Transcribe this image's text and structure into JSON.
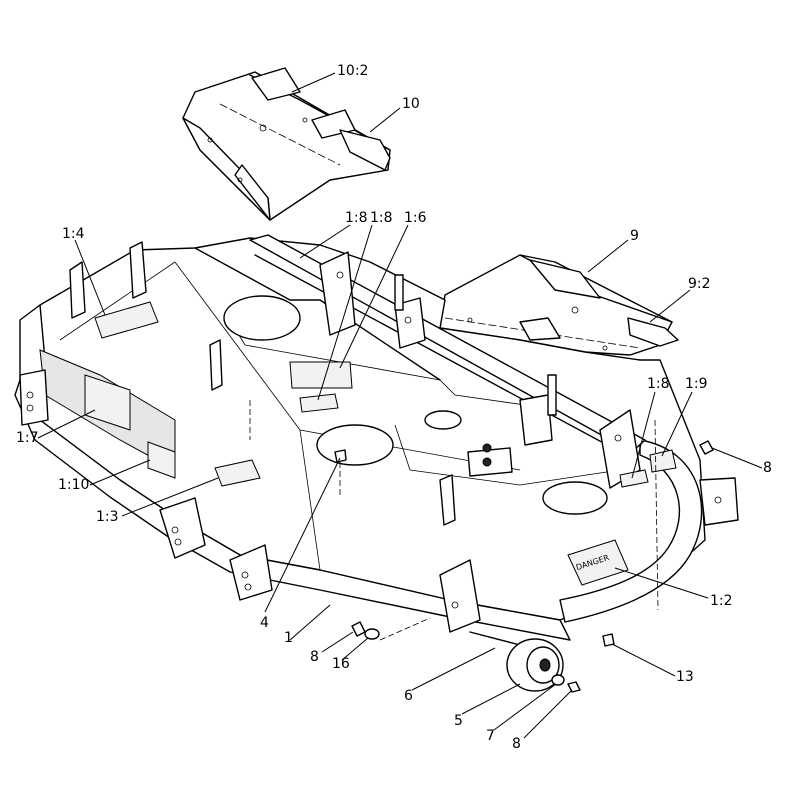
{
  "callouts": [
    {
      "label": "10:2"
    },
    {
      "label": "10"
    },
    {
      "label": "1:8"
    },
    {
      "label": "1:8"
    },
    {
      "label": "1:6"
    },
    {
      "label": "1:4"
    },
    {
      "label": "9"
    },
    {
      "label": "9:2"
    },
    {
      "label": "1:8"
    },
    {
      "label": "1:9"
    },
    {
      "label": "8"
    },
    {
      "label": "1:7"
    },
    {
      "label": "1:10"
    },
    {
      "label": "1:3"
    },
    {
      "label": "4"
    },
    {
      "label": "1"
    },
    {
      "label": "8"
    },
    {
      "label": "16"
    },
    {
      "label": "6"
    },
    {
      "label": "5"
    },
    {
      "label": "7"
    },
    {
      "label": "8"
    },
    {
      "label": "13"
    },
    {
      "label": "1:2"
    }
  ],
  "decal_text": "DANGER"
}
